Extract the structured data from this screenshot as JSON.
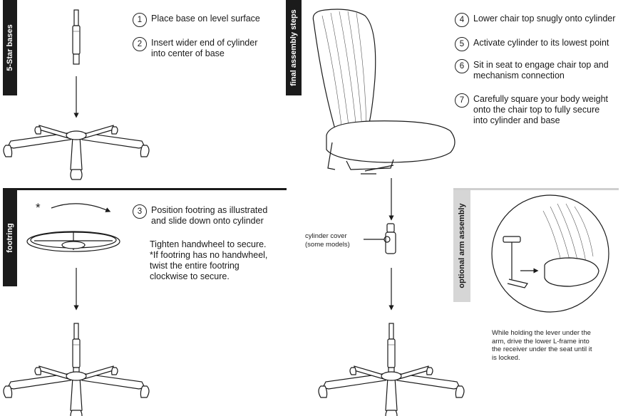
{
  "sections": {
    "base": "5-Star bases",
    "footring": "footring",
    "final": "final assembly steps",
    "arm": "optional arm assembly"
  },
  "steps": [
    {
      "n": "1",
      "text": "Place base on level surface"
    },
    {
      "n": "2",
      "text": "Insert wider end of cylinder\ninto center of base"
    },
    {
      "n": "3",
      "text": "Position footring as illustrated\nand slide down onto cylinder"
    },
    {
      "n": "4",
      "text": "Lower chair top snugly onto cylinder"
    },
    {
      "n": "5",
      "text": "Activate cylinder to its lowest point"
    },
    {
      "n": "6",
      "text": "Sit in seat to engage chair top and\nmechanism connection"
    },
    {
      "n": "7",
      "text": "Carefully square your body weight\nonto the chair top to fully secure\ninto cylinder and base"
    }
  ],
  "footring_note": "Tighten handwheel to secure.\n*If footring has no handwheel,\ntwist the entire footring\nclockwise to secure.",
  "asterisk": "*",
  "cylinder_cover_label": "cylinder cover\n(some models)",
  "arm_note": "While holding the lever under the\narm, drive the lower L-frame into\nthe receiver under the seat until it\nis locked."
}
